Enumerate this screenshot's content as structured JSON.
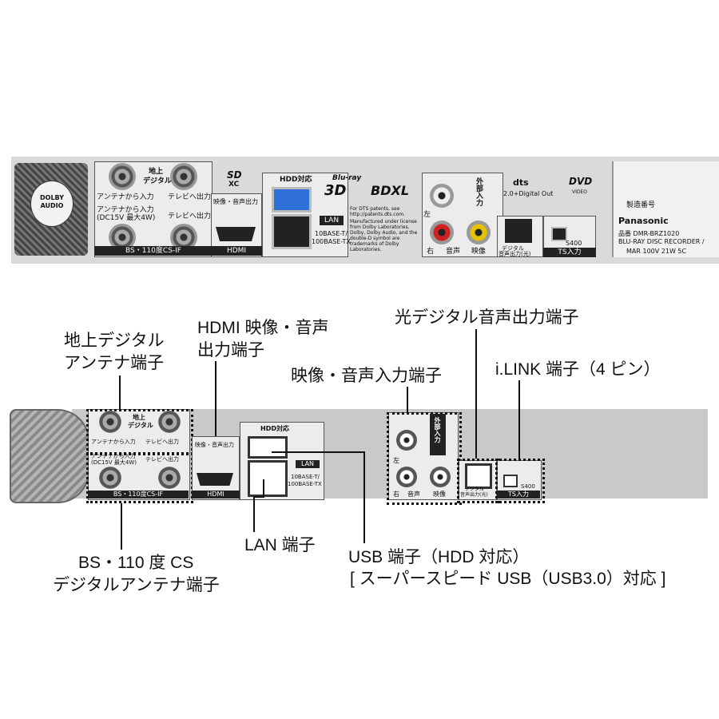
{
  "photo": {
    "dolby": [
      "DOLBY",
      "AUDIO"
    ],
    "antenna_top": {
      "badge": [
        "地上",
        "デジタル"
      ],
      "in_label": "アンテナから入力",
      "out_label": "テレビへ出力"
    },
    "antenna_bs": {
      "in_label": "アンテナから入力",
      "in_sub": "(DC15V 最大4W)",
      "out_label": "テレビへ出力",
      "footer": "BS・110度CS-IF"
    },
    "sdxc": [
      "SD",
      "XC"
    ],
    "hdmi": {
      "label": "映像・音声出力",
      "footer": "HDMI"
    },
    "hdd_label": "HDD対応",
    "lan": {
      "tag": "LAN",
      "spec": [
        "10BASE-T/",
        "100BASE-TX"
      ]
    },
    "bluray_logo": [
      "Blu-ray",
      "3D"
    ],
    "bdxl_logo": "BDXL",
    "dts_patent_text": [
      "For DTS patents, see",
      "http://patents.dts.com.",
      "Manufactured under license",
      "from Dolby Laboratories.",
      "Dolby, Dolby Audio, and the",
      "double-D symbol are",
      "trademarks of Dolby",
      "Laboratories."
    ],
    "av_in": {
      "vertical": "外部入力",
      "left": "左",
      "right": "右",
      "audio": "音声",
      "video": "映像"
    },
    "dts_logo": [
      "dts",
      "2.0+Digital Out"
    ],
    "dvd_logo": [
      "DVD",
      "VIDEO"
    ],
    "optical_label": [
      "デジタル",
      "音声出力(光)"
    ],
    "ts": {
      "footer": "TS入力",
      "s400": "S400"
    },
    "rating": {
      "serial": "製造番号",
      "brand": "Panasonic",
      "model": "品番 DMR-BRZ1020",
      "desc": "BLU-RAY DISC RECORDER /",
      "spec": "MAR 100V 21W 5C"
    }
  },
  "callouts": {
    "terrestrial": [
      "地上デジタル",
      "アンテナ端子"
    ],
    "hdmi_out": [
      "HDMI 映像・音声",
      "出力端子"
    ],
    "av_input": "映像・音声入力端子",
    "optical": "光デジタル音声出力端子",
    "ilink": "i.LINK 端子（4 ピン）",
    "bs_cs": [
      "BS・110 度 CS",
      "デジタルアンテナ端子"
    ],
    "lan": "LAN 端子",
    "usb": [
      "USB 端子（HDD 対応）",
      "[ スーパースピード USB（USB3.0）対応 ]"
    ]
  },
  "diagram": {
    "antenna_badge": [
      "地上",
      "デジタル"
    ],
    "ant_in": "アンテナから入力",
    "ant_out": "テレビへ出力",
    "ant_in2": "アンテナから入力",
    "ant_sub": "(DC15V 最大4W)",
    "ant_out2": "テレビへ出力",
    "bs_footer": "BS・110度CS-IF",
    "hdmi_label": "映像・音声出力",
    "hdmi_footer": "HDMI",
    "hdd_label": "HDD対応",
    "lan_tag": "LAN",
    "lan_spec": [
      "10BASE-T/",
      "100BASE-TX"
    ],
    "av_vertical": "外部入力",
    "left": "左",
    "right": "右",
    "audio": "音声",
    "video": "映像",
    "optical": [
      "デジタル",
      "音声出力(光)"
    ],
    "ts_footer": "TS入力",
    "s400": "S400"
  }
}
